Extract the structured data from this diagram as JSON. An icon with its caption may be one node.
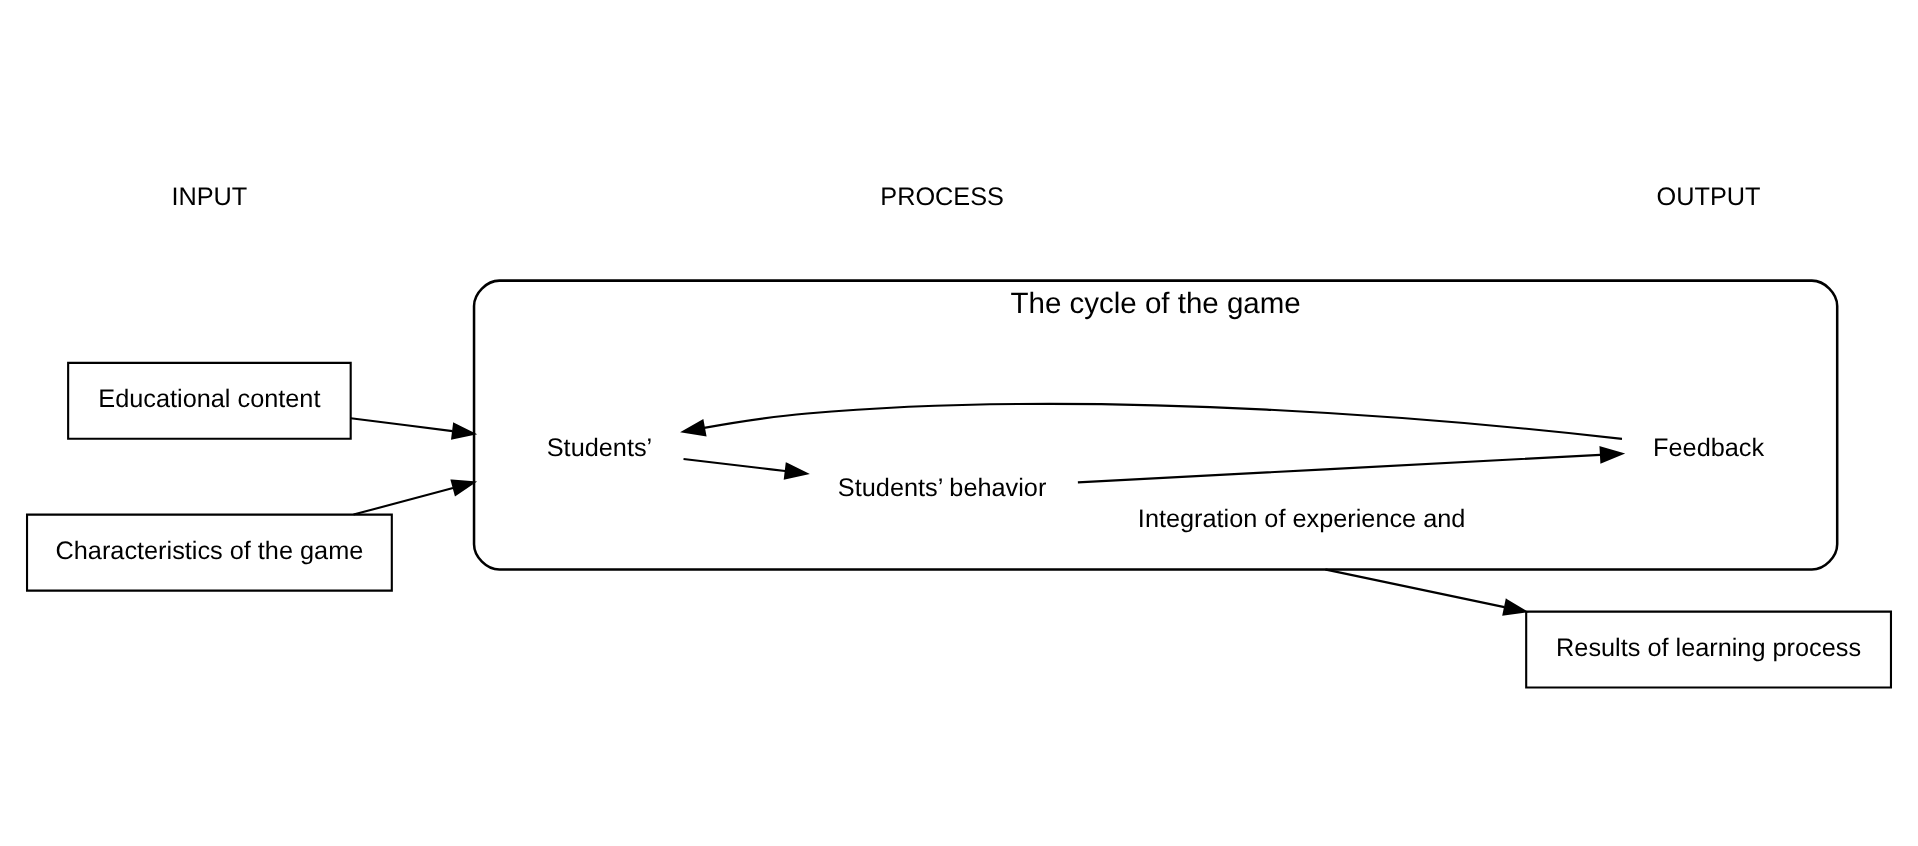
{
  "diagram": {
    "nodes": [
      {
        "text": [
          "Educational content"
        ]
      },
      {
        "text": [
          "Characteristics of the game"
        ]
      },
      {
        "text": [
          "The cycle of the game"
        ]
      },
      {
        "text": [
          "Students’"
        ],
        "in": 2
      },
      {
        "text": [
          "Students’ behavior"
        ],
        "in": 2
      },
      {
        "text": [
          "Feedback"
        ],
        "in": 2
      },
      {
        "text": [
          "Results of learning process"
        ]
      }
    ],
    "edges": [
      {
        "from": 0,
        "to": 2,
        "arrow": "to"
      },
      {
        "from": 1,
        "to": 2,
        "arrow": "to"
      },
      {
        "from": 3,
        "to": 4,
        "arrow": "to"
      },
      {
        "from": 4,
        "to": 5,
        "arrow": "to"
      },
      {
        "from": 5,
        "to": 3,
        "arrow": "to"
      },
      {
        "from": 2,
        "to": 6,
        "arrow": "to",
        "label": "Integration of experience and"
      }
    ],
    "labels": [
      "INPUT",
      "PROCESS",
      "OUTPUT"
    ]
  }
}
